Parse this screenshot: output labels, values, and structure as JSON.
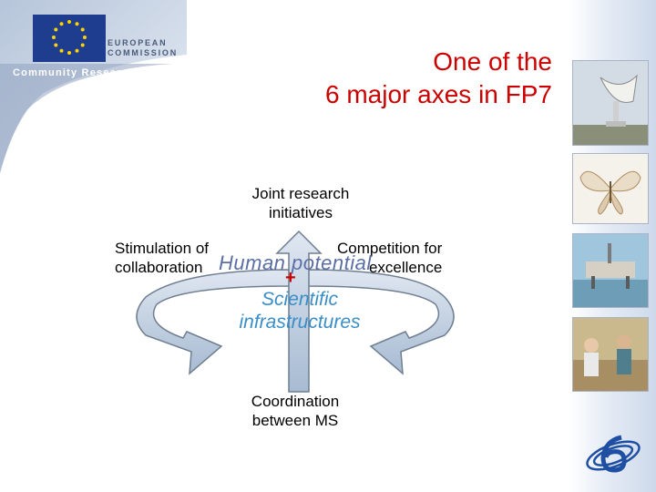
{
  "header": {
    "commission_line1": "EUROPEAN",
    "commission_line2": "COMMISSION",
    "community": "Community Research"
  },
  "slide": {
    "title_line1": "One of the",
    "title_line2": "6 major axes in FP7"
  },
  "diagram": {
    "top_label_line1": "Joint research",
    "top_label_line2": "initiatives",
    "left_label_line1": "Stimulation of",
    "left_label_line2": "collaboration",
    "right_label_line1": "Competition for",
    "right_label_line2": "excellence",
    "center_main": "Human potential",
    "center_plus": "+",
    "center_sub_line1": "Scientific",
    "center_sub_line2": "infrastructures",
    "bottom_label_line1": "Coordination",
    "bottom_label_line2": "between MS"
  },
  "colors": {
    "title": "#cc0000",
    "arrow_fill": "#b9c9dc",
    "human_text": "#5b6fa6",
    "sci_text": "#3a8ec8",
    "eu_blue": "#1f3d8f",
    "eu_star": "#ffd200"
  },
  "icons": {
    "logo": "eu-flag-icon",
    "fp": "fp6-logo-icon"
  }
}
